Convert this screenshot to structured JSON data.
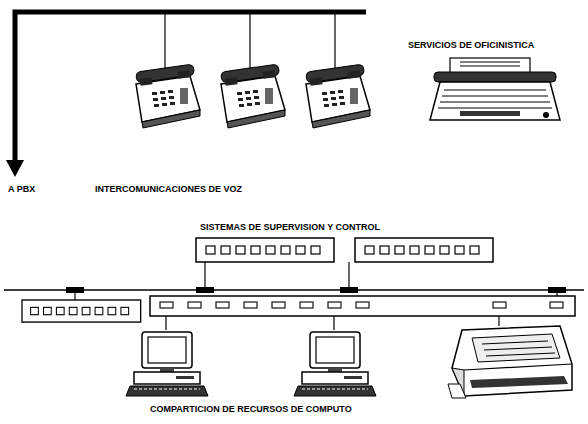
{
  "diagram": {
    "labels": [
      "SERVICIOS DE OFICINISTICA",
      "A PBX",
      "INTERCOMUNICACIONES DE VOZ",
      "SISTEMAS DE SUPERVISION Y CONTROL",
      "COMPARTICION DE RECURSOS DE COMPUTO"
    ]
  }
}
